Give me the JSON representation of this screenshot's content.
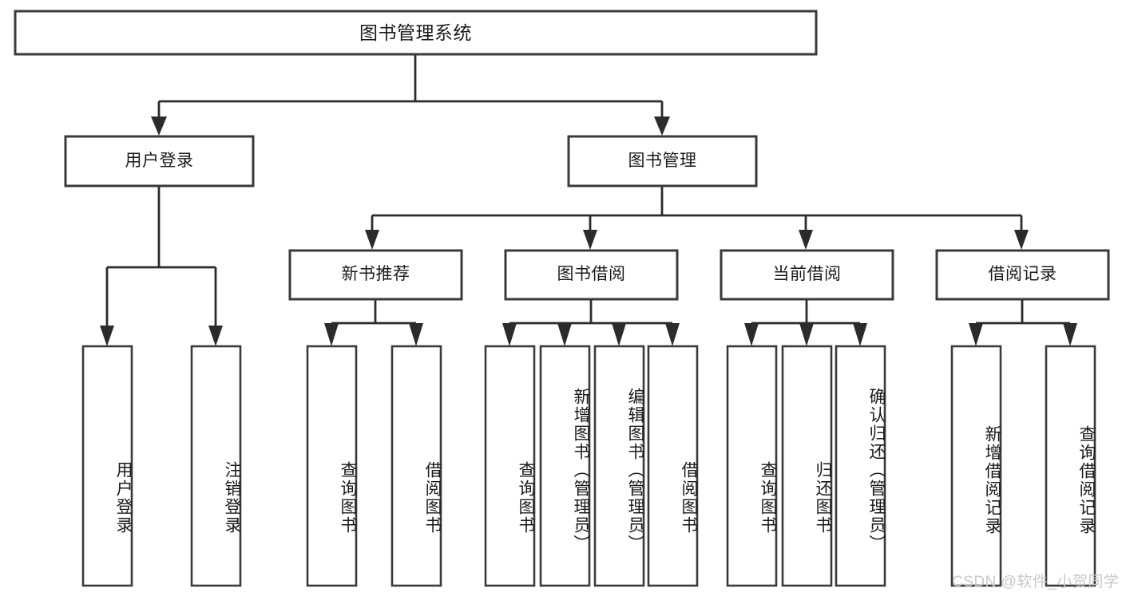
{
  "diagram": {
    "type": "tree-hierarchy",
    "title": "图书管理系统",
    "root": {
      "id": "root",
      "label": "图书管理系统"
    },
    "level2": [
      {
        "id": "user-login",
        "label": "用户登录"
      },
      {
        "id": "book-manage",
        "label": "图书管理"
      }
    ],
    "level3": [
      {
        "id": "new-book-recommend",
        "label": "新书推荐",
        "parent": "book-manage"
      },
      {
        "id": "book-borrow",
        "label": "图书借阅",
        "parent": "book-manage"
      },
      {
        "id": "current-borrow",
        "label": "当前借阅",
        "parent": "book-manage"
      },
      {
        "id": "borrow-record",
        "label": "借阅记录",
        "parent": "book-manage"
      }
    ],
    "leaves": [
      {
        "id": "leaf-user-login",
        "label": "用户登录",
        "parent": "user-login"
      },
      {
        "id": "leaf-user-logout",
        "label": "注销登录",
        "parent": "user-login"
      },
      {
        "id": "leaf-query-book-1",
        "label": "查询图书",
        "parent": "new-book-recommend"
      },
      {
        "id": "leaf-borrow-book-1",
        "label": "借阅图书",
        "parent": "new-book-recommend"
      },
      {
        "id": "leaf-query-book-2",
        "label": "查询图书",
        "parent": "book-borrow"
      },
      {
        "id": "leaf-add-book",
        "label": "新增图书（管理员）",
        "parent": "book-borrow"
      },
      {
        "id": "leaf-edit-book",
        "label": "编辑图书（管理员）",
        "parent": "book-borrow"
      },
      {
        "id": "leaf-borrow-book-2",
        "label": "借阅图书",
        "parent": "book-borrow"
      },
      {
        "id": "leaf-query-book-3",
        "label": "查询图书",
        "parent": "current-borrow"
      },
      {
        "id": "leaf-return-book",
        "label": "归还图书",
        "parent": "current-borrow"
      },
      {
        "id": "leaf-confirm-return",
        "label": "确认归还（管理员）",
        "parent": "current-borrow"
      },
      {
        "id": "leaf-add-record",
        "label": "新增借阅记录",
        "parent": "borrow-record"
      },
      {
        "id": "leaf-query-record",
        "label": "查询借阅记录",
        "parent": "borrow-record"
      }
    ],
    "colors": {
      "box_stroke": "#3a3a3a",
      "connector": "#2b2b2b",
      "text": "#1a1a1a",
      "background": "#ffffff",
      "watermark": "#c9c9c9"
    }
  },
  "watermark": {
    "text": "CSDN @软件_小贺同学"
  }
}
